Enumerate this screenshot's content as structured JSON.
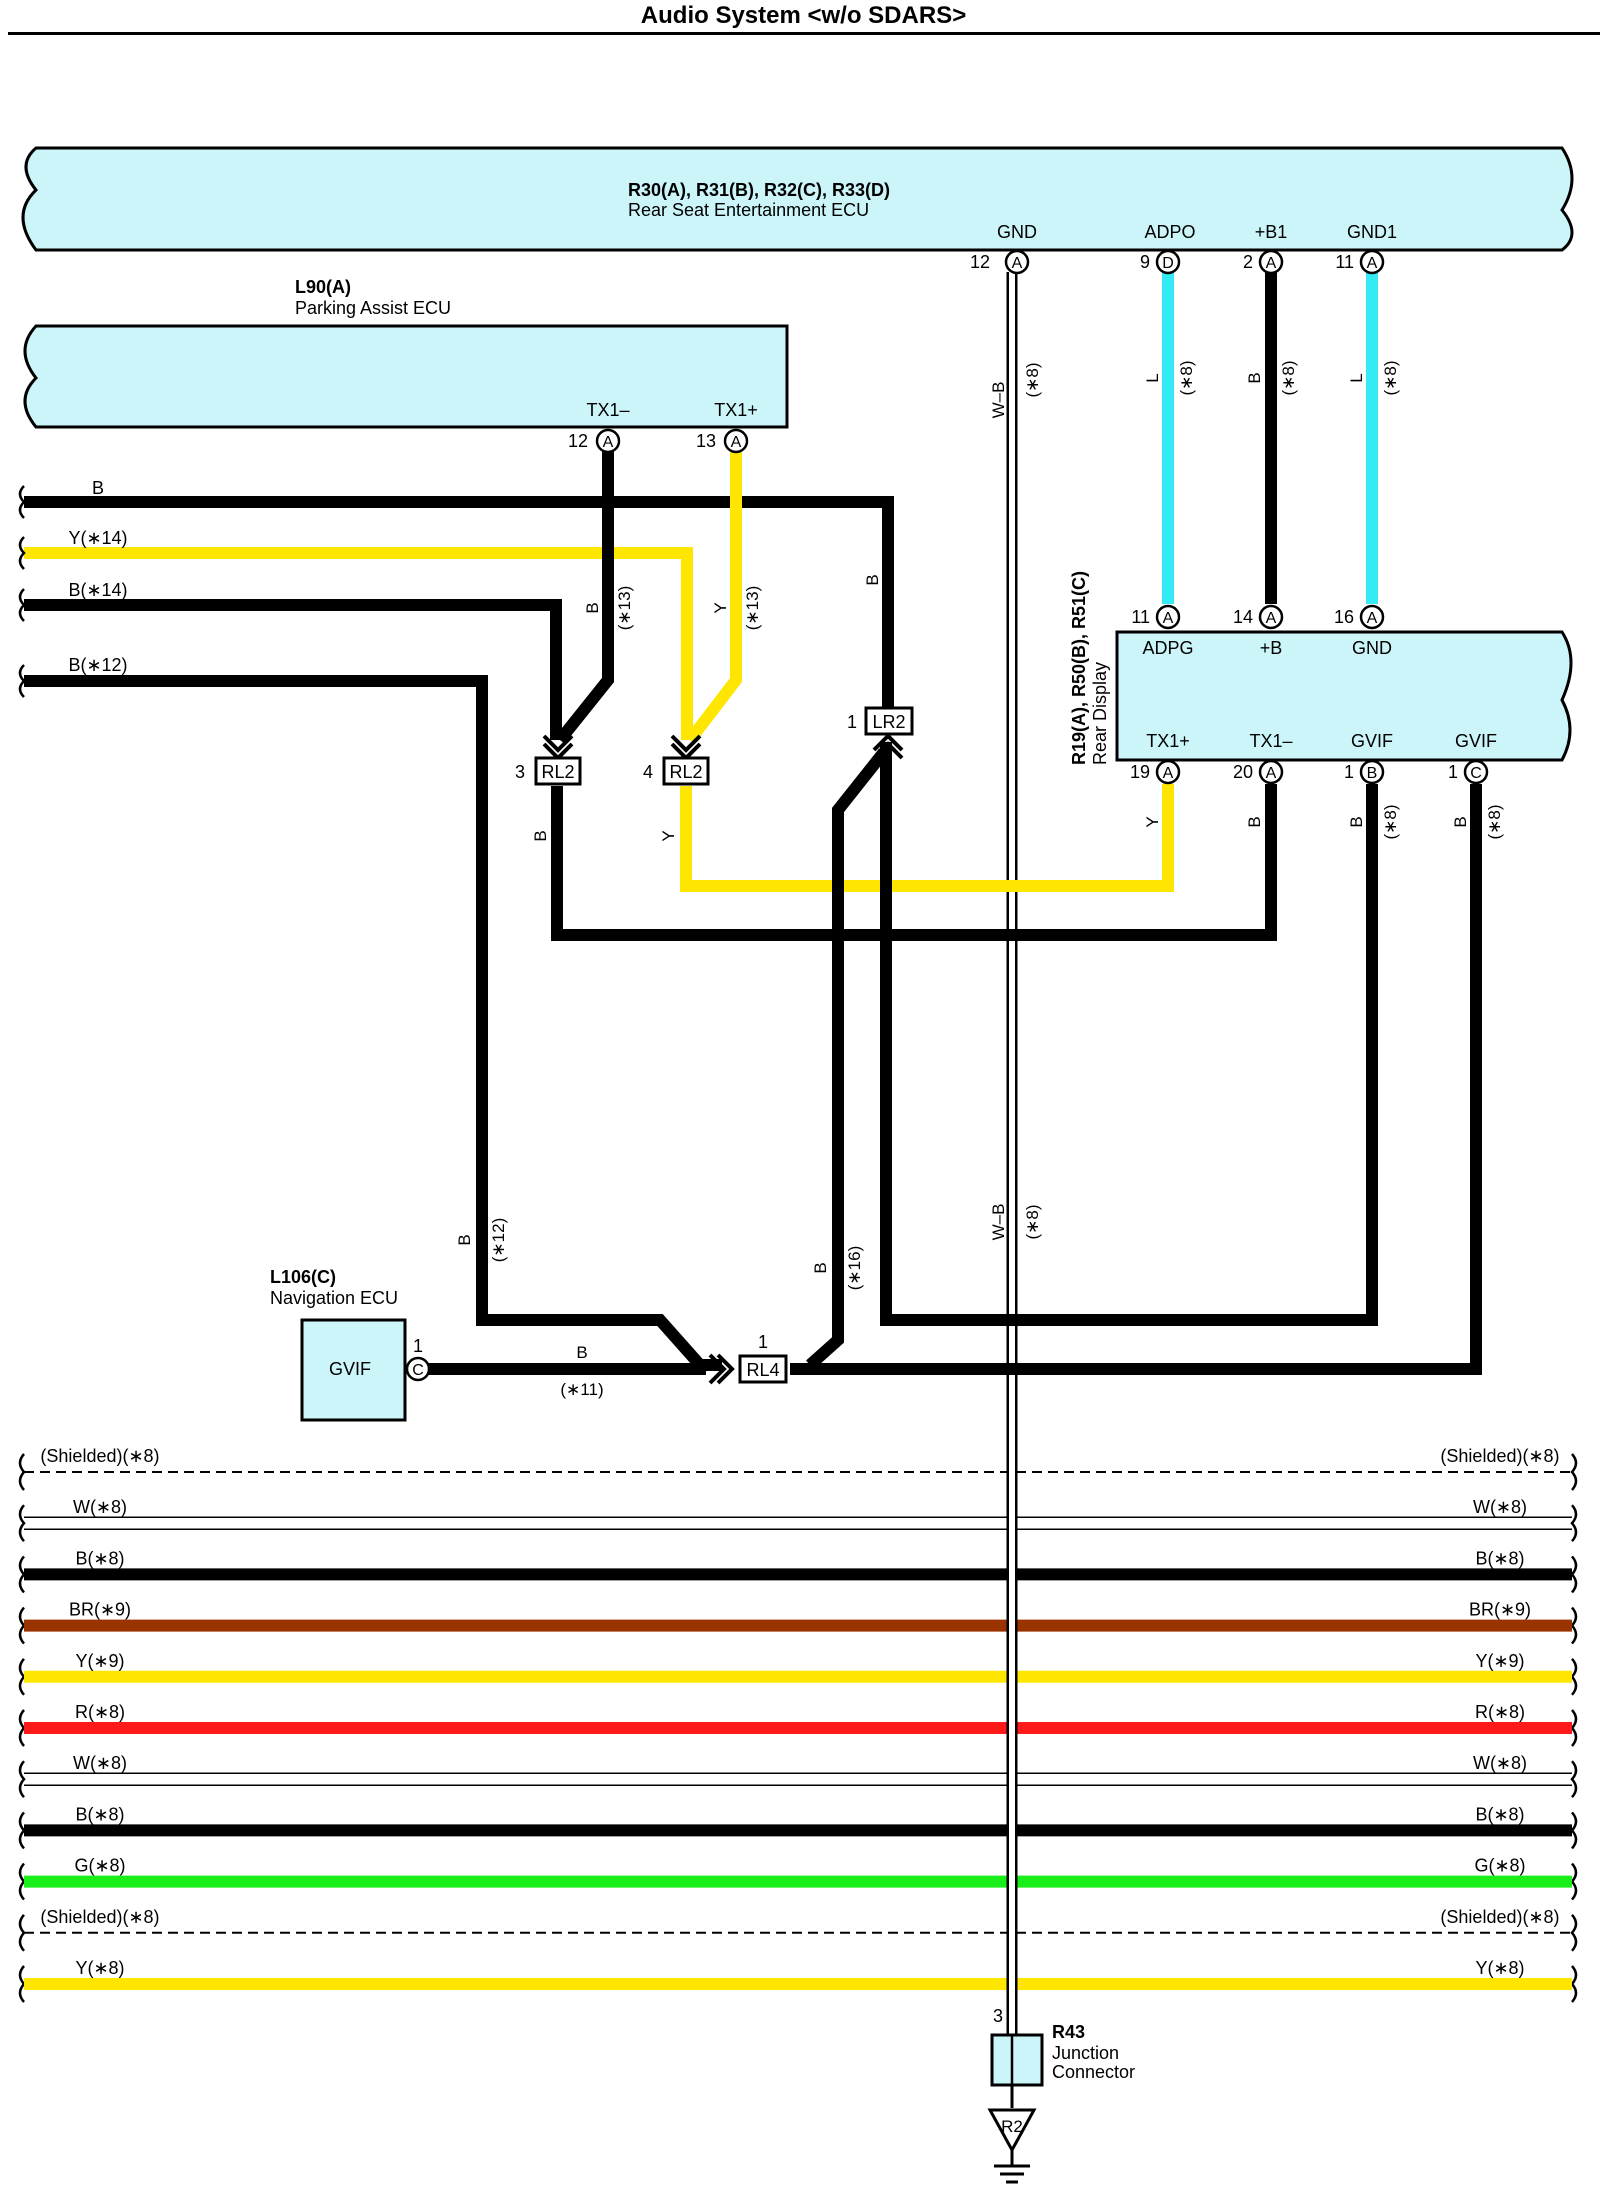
{
  "title": "Audio System <w/o SDARS>",
  "colors": {
    "ecu_fill": "#ccf5fa",
    "black": "#000000",
    "yellow": "#ffe600",
    "blue_l": "#33eaf5",
    "brown": "#993300",
    "red": "#ff1a1a",
    "green": "#1aee1a",
    "white": "#ffffff"
  },
  "rse_ecu": {
    "code": "R30(A), R31(B), R32(C), R33(D)",
    "name": "Rear Seat Entertainment ECU",
    "pins": [
      {
        "label": "GND",
        "num": "12",
        "conn": "A"
      },
      {
        "label": "ADPO",
        "num": "9",
        "conn": "D"
      },
      {
        "label": "+B1",
        "num": "2",
        "conn": "A"
      },
      {
        "label": "GND1",
        "num": "11",
        "conn": "A"
      }
    ]
  },
  "pa_ecu": {
    "code": "L90(A)",
    "name": "Parking Assist ECU",
    "pins": [
      {
        "label": "TX1–",
        "num": "12",
        "conn": "A"
      },
      {
        "label": "TX1+",
        "num": "13",
        "conn": "A"
      }
    ]
  },
  "rear_display": {
    "code": "R19(A), R50(B), R51(C)",
    "name": "Rear Display",
    "top_pins": [
      {
        "label": "ADPG",
        "num": "11",
        "conn": "A"
      },
      {
        "label": "+B",
        "num": "14",
        "conn": "A"
      },
      {
        "label": "GND",
        "num": "16",
        "conn": "A"
      }
    ],
    "bottom_pins": [
      {
        "label": "TX1+",
        "num": "19",
        "conn": "A"
      },
      {
        "label": "TX1–",
        "num": "20",
        "conn": "A"
      },
      {
        "label": "GVIF",
        "num": "1",
        "conn": "B"
      },
      {
        "label": "GVIF",
        "num": "1",
        "conn": "C"
      }
    ]
  },
  "nav_ecu": {
    "code": "L106(C)",
    "name": "Navigation ECU",
    "pin_label": "GVIF",
    "pin_num": "1",
    "pin_conn": "C"
  },
  "junction": {
    "code": "R43",
    "name_line1": "Junction",
    "name_line2": "Connector",
    "pin": "3"
  },
  "ground": {
    "label": "R2"
  },
  "connectors": {
    "rl2_a": {
      "name": "RL2",
      "pin": "3"
    },
    "rl2_b": {
      "name": "RL2",
      "pin": "4"
    },
    "lr2": {
      "name": "LR2",
      "pin": "1"
    },
    "rl4": {
      "name": "RL4",
      "pin": "1"
    }
  },
  "left_wires": [
    {
      "label": "B"
    },
    {
      "label": "Y(∗14)"
    },
    {
      "label": "B(∗14)"
    },
    {
      "label": "B(∗12)"
    }
  ],
  "wire_labels": {
    "gnd_color": "W–B",
    "gnd_note": "(∗8)",
    "adpo_color": "L",
    "adpo_note": "(∗8)",
    "b1_color": "B",
    "b1_note": "(∗8)",
    "gnd1_color": "L",
    "gnd1_note": "(∗8)",
    "tx1m_color": "B",
    "tx1m_note": "(∗13)",
    "tx1p_color": "Y",
    "tx1p_note": "(∗13)",
    "lr2_color": "B",
    "rl2a_color": "B",
    "rl2b_color": "Y",
    "rd_tx1p_color": "Y",
    "rd_tx1m_color": "B",
    "rd_gvifb_color": "B",
    "rd_gvifb_note": "(∗8)",
    "rd_gvifc_color": "B",
    "rd_gvifc_note": "(∗8)",
    "b12_color": "B",
    "b12_note": "(∗12)",
    "nav_color": "B",
    "nav_note": "(∗11)",
    "rl4_color": "B",
    "rl4_note": "(∗16)",
    "gnd2_color": "W–B",
    "gnd2_note": "(∗8)"
  },
  "bus_wires": [
    {
      "label": "(Shielded)(∗8)",
      "color": "shield"
    },
    {
      "label": "W(∗8)",
      "color": "#ffffff"
    },
    {
      "label": "B(∗8)",
      "color": "#000000"
    },
    {
      "label": "BR(∗9)",
      "color": "#993300"
    },
    {
      "label": "Y(∗9)",
      "color": "#ffe600"
    },
    {
      "label": "R(∗8)",
      "color": "#ff1a1a"
    },
    {
      "label": "W(∗8)",
      "color": "#ffffff"
    },
    {
      "label": "B(∗8)",
      "color": "#000000"
    },
    {
      "label": "G(∗8)",
      "color": "#1aee1a"
    },
    {
      "label": "(Shielded)(∗8)",
      "color": "shield"
    },
    {
      "label": "Y(∗8)",
      "color": "#ffe600"
    }
  ]
}
